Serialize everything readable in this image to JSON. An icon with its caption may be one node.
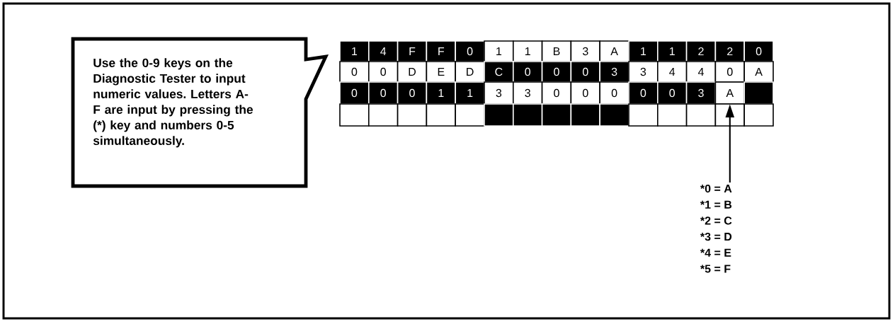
{
  "diagram": {
    "nodes": [
      {
        "text": [
          "Use the 0-9 keys on the Diagnostic Tester to input numeric values. Letters A-F are input by pressing the (*) key and numbers 0-5 simultaneously."
        ]
      },
      {
        "text": [
          "1"
        ]
      },
      {
        "text": [
          "4"
        ]
      },
      {
        "text": [
          "F"
        ]
      },
      {
        "text": [
          "F"
        ]
      },
      {
        "text": [
          "0"
        ]
      },
      {
        "text": [
          "1"
        ]
      },
      {
        "text": [
          "1"
        ]
      },
      {
        "text": [
          "B"
        ]
      },
      {
        "text": [
          "3"
        ]
      },
      {
        "text": [
          "A"
        ]
      },
      {
        "text": [
          "1"
        ]
      },
      {
        "text": [
          "1"
        ]
      },
      {
        "text": [
          "2"
        ]
      },
      {
        "text": [
          "2"
        ]
      },
      {
        "text": [
          "0"
        ]
      },
      {
        "text": [
          "0"
        ]
      },
      {
        "text": [
          "0"
        ]
      },
      {
        "text": [
          "D"
        ]
      },
      {
        "text": [
          "E"
        ]
      },
      {
        "text": [
          "D"
        ]
      },
      {
        "text": [
          "C"
        ]
      },
      {
        "text": [
          "0"
        ]
      },
      {
        "text": [
          "0"
        ]
      },
      {
        "text": [
          "0"
        ]
      },
      {
        "text": [
          "3"
        ]
      },
      {
        "text": [
          "3"
        ]
      },
      {
        "text": [
          "4"
        ]
      },
      {
        "text": [
          "4"
        ]
      },
      {
        "text": [
          "0"
        ]
      },
      {
        "text": [
          "A"
        ]
      },
      {
        "text": [
          "0"
        ]
      },
      {
        "text": [
          "0"
        ]
      },
      {
        "text": [
          "0"
        ]
      },
      {
        "text": [
          "1"
        ]
      },
      {
        "text": [
          "1"
        ]
      },
      {
        "text": [
          "3"
        ]
      },
      {
        "text": [
          "3"
        ]
      },
      {
        "text": [
          "0"
        ]
      },
      {
        "text": [
          "0"
        ]
      },
      {
        "text": [
          "0"
        ]
      },
      {
        "text": [
          "0"
        ]
      },
      {
        "text": [
          "0"
        ]
      },
      {
        "text": [
          "3"
        ]
      },
      {
        "text": [
          "A"
        ]
      },
      {
        "text": [],
        "shape": "box"
      },
      {
        "text": [
          "*0 = A",
          "*1 = B",
          "*2 = C",
          "*3 = D",
          "*4 = E",
          "*5 = F"
        ]
      }
    ],
    "edges": [
      {
        "from": 46,
        "to": 44,
        "arrow": "to"
      }
    ]
  }
}
